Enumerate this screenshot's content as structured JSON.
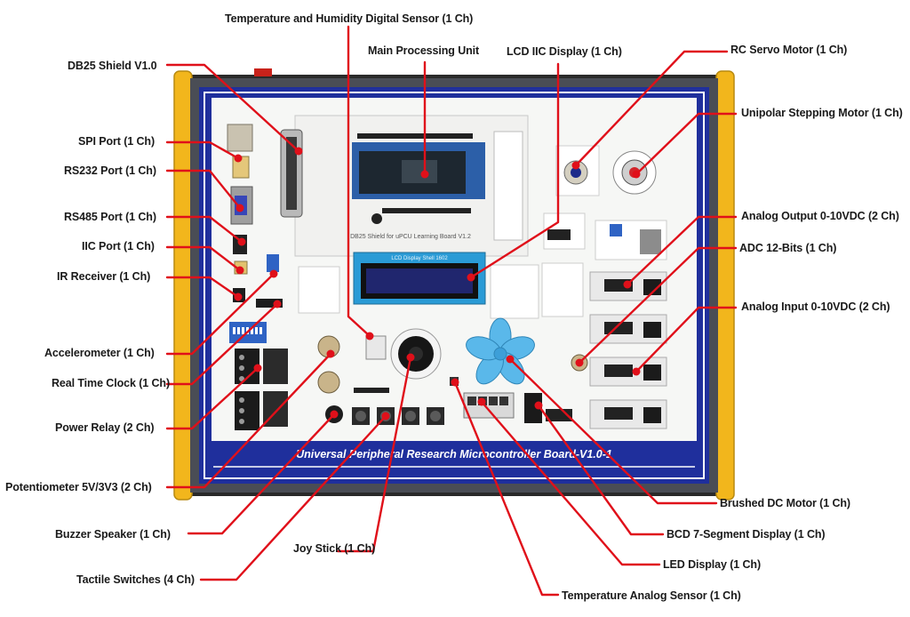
{
  "board": {
    "title": "Universal Peripheral Research Microcontroller Board-V1.0-1",
    "shield_title": "DB25 Shield for uPCU Learning Board V1.2",
    "lcd_module_caption": "LCD Display Shell 1602"
  },
  "callouts": {
    "temp_humidity": "Temperature and Humidity Digital Sensor (1 Ch)",
    "main_processing": "Main Processing Unit",
    "lcd_iic": "LCD IIC Display (1 Ch)",
    "rc_servo": "RC Servo Motor (1 Ch)",
    "db25": "DB25 Shield V1.0",
    "spi": "SPI Port (1 Ch)",
    "rs232": "RS232 Port (1 Ch)",
    "rs485": "RS485 Port (1 Ch)",
    "iic": "IIC Port (1 Ch)",
    "ir": "IR Receiver (1 Ch)",
    "accelerometer": "Accelerometer (1 Ch)",
    "rtc": "Real Time Clock (1 Ch)",
    "power_relay": "Power Relay (2 Ch)",
    "potentiometer": "Potentiometer 5V/3V3 (2 Ch)",
    "buzzer": "Buzzer Speaker (1 Ch)",
    "tactile": "Tactile Switches (4 Ch)",
    "joystick": "Joy Stick (1 Ch)",
    "temp_analog": "Temperature Analog Sensor (1 Ch)",
    "led_display": "LED Display (1 Ch)",
    "bcd": "BCD 7-Segment Display (1 Ch)",
    "dc_motor": "Brushed DC Motor (1 Ch)",
    "analog_input": "Analog Input 0-10VDC (2 Ch)",
    "adc": "ADC 12-Bits (1 Ch)",
    "analog_output": "Analog Output 0-10VDC (2 Ch)",
    "stepper": "Unipolar Stepping Motor (1 Ch)"
  },
  "colors": {
    "leader": "#e0101a",
    "frame_yellow": "#f2b61c",
    "panel_blue": "#1f2f9c",
    "board_white": "#f6f7f5",
    "pcb_blue": "#2c5fa8",
    "fan_blue": "#5ab8ea"
  }
}
